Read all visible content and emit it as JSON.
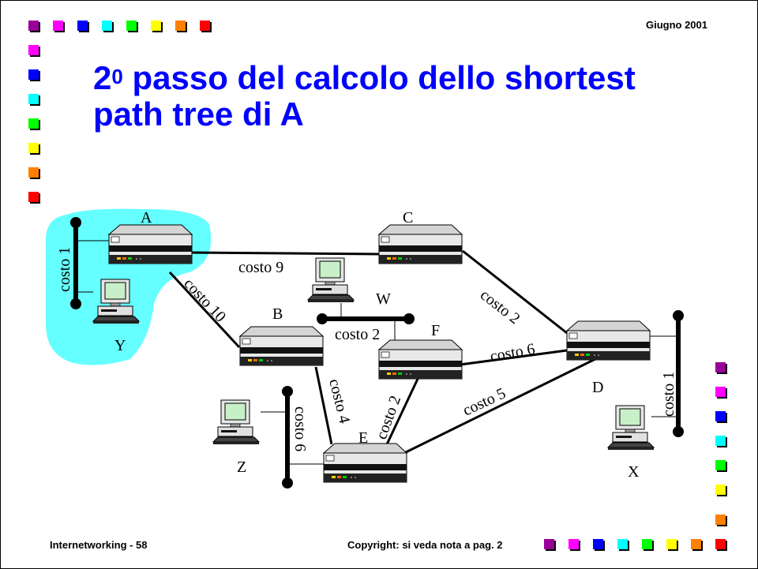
{
  "header": {
    "date": "Giugno 2001"
  },
  "slide": {
    "title_pre": "2",
    "title_sup": "0",
    "title_post": " passo del calcolo dello shortest path tree di A"
  },
  "footer": {
    "left": "Internetworking - 58",
    "right": "Copyright: si veda nota a pag. 2"
  },
  "decor_colors": [
    "#990099",
    "#ff00ff",
    "#0000ff",
    "#00ffff",
    "#00ff00",
    "#ffff00",
    "#ff8000",
    "#ff0000"
  ],
  "highlight_color": "#66ffff",
  "nodes": {
    "A": "A",
    "B": "B",
    "C": "C",
    "D": "D",
    "E": "E",
    "F": "F",
    "W": "W",
    "X": "X",
    "Y": "Y",
    "Z": "Z"
  },
  "edges": {
    "a_c": "costo 9",
    "a_b": "costo 10",
    "c_d": "costo 2",
    "f_d": "costo 6",
    "e_d": "costo 5",
    "b_e": "costo 4",
    "e_f": "costo 2",
    "w_f": "costo 2",
    "a_y": "costo 1",
    "d_x": "costo 1",
    "e_z": "costo 6"
  }
}
